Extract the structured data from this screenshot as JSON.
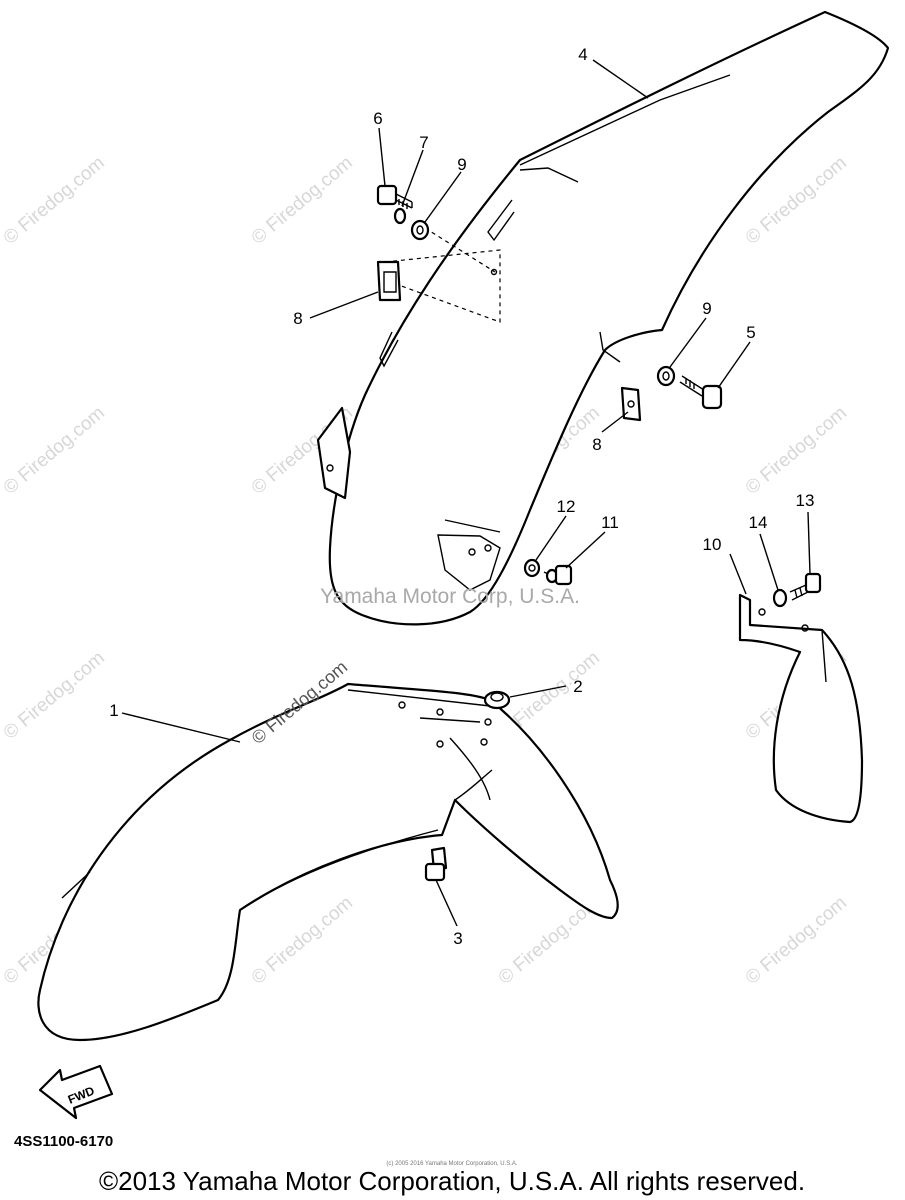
{
  "callouts": {
    "c1": "1",
    "c2": "2",
    "c3": "3",
    "c4": "4",
    "c5": "5",
    "c6": "6",
    "c7": "7",
    "c8a": "8",
    "c8b": "8",
    "c9a": "9",
    "c9b": "9",
    "c10": "10",
    "c11": "11",
    "c12": "12",
    "c13": "13",
    "c14": "14"
  },
  "watermark": "© Firedog.com",
  "center_watermark": "Yamaha Motor Corp, U.S.A.",
  "small_copyright": "(c) 2005 2016 Yamaha Motor Corporation, U.S.A.",
  "fwd_label": "FWD",
  "diagram_code": "4SS1100-6170",
  "footer_copyright": "©2013 Yamaha Motor Corporation, U.S.A. All rights reserved."
}
